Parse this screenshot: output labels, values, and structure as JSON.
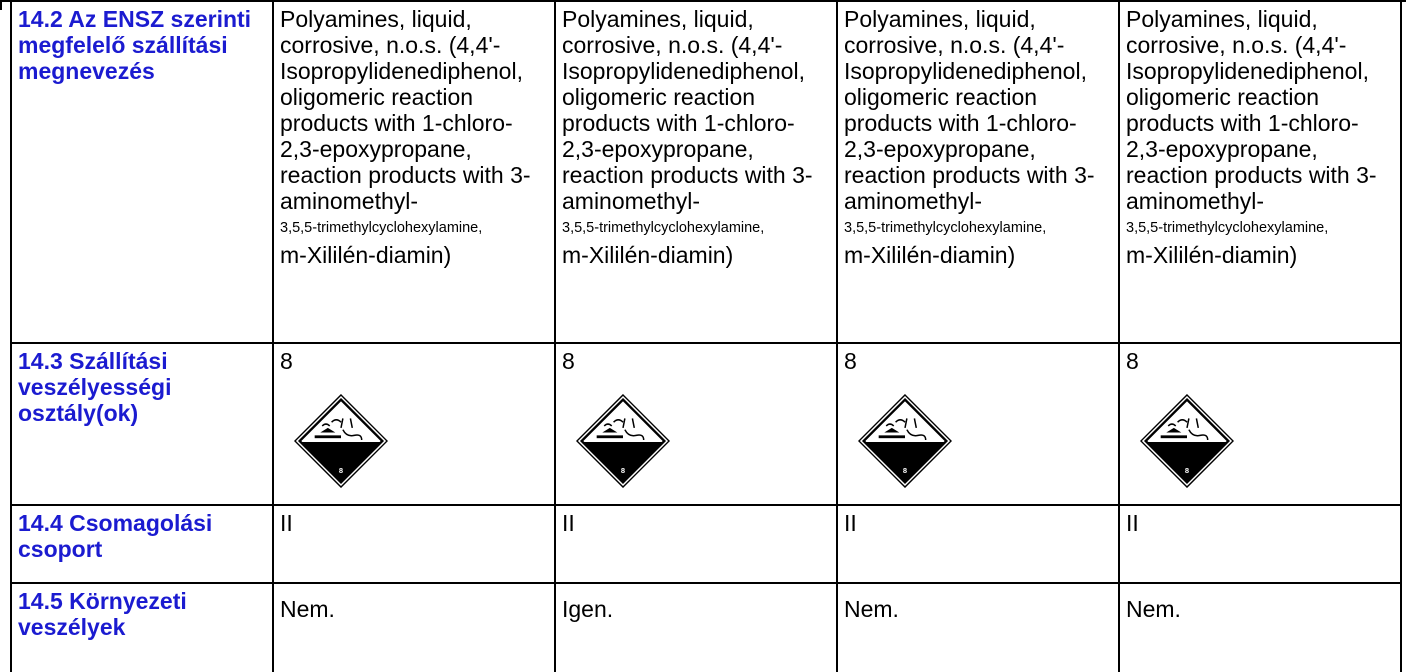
{
  "rows": [
    {
      "label": "14.2 Az ENSZ szerinti megfelelő szállítási megnevezés",
      "cells": [
        {
          "main": "Polyamines, liquid, corrosive, n.o.s. (4,4'-Isopropylidenediphenol, oligomeric reaction products with 1-chloro-2,3-epoxypropane, reaction products with 3-aminomethyl-",
          "small": "3,5,5-trimethylcyclohexylamine,",
          "tail": "m-Xililén-diamin)"
        },
        {
          "main": "Polyamines, liquid, corrosive, n.o.s. (4,4'-Isopropylidenediphenol, oligomeric reaction products with 1-chloro-2,3-epoxypropane, reaction products with 3-aminomethyl-",
          "small": "3,5,5-trimethylcyclohexylamine,",
          "tail": "m-Xililén-diamin)"
        },
        {
          "main": "Polyamines, liquid, corrosive, n.o.s. (4,4'-Isopropylidenediphenol, oligomeric reaction products with 1-chloro-2,3-epoxypropane, reaction products with 3-aminomethyl-",
          "small": "3,5,5-trimethylcyclohexylamine,",
          "tail": "m-Xililén-diamin)"
        },
        {
          "main": "Polyamines, liquid, corrosive, n.o.s. (4,4'-Isopropylidenediphenol, oligomeric reaction products with 1-chloro-2,3-epoxypropane, reaction products with 3-aminomethyl-",
          "small": "3,5,5-trimethylcyclohexylamine,",
          "tail": "m-Xililén-diamin)"
        }
      ]
    },
    {
      "label": "14.3 Szállítási veszélyességi osztály(ok)",
      "cells": [
        {
          "class": "8",
          "pictogram": "corrosive-class-8-icon",
          "pictogram_number": "8"
        },
        {
          "class": "8",
          "pictogram": "corrosive-class-8-icon",
          "pictogram_number": "8"
        },
        {
          "class": "8",
          "pictogram": "corrosive-class-8-icon",
          "pictogram_number": "8"
        },
        {
          "class": "8",
          "pictogram": "corrosive-class-8-icon",
          "pictogram_number": "8"
        }
      ]
    },
    {
      "label": "14.4 Csomagolási csoport",
      "cells": [
        {
          "value": "II"
        },
        {
          "value": "II"
        },
        {
          "value": "II"
        },
        {
          "value": "II"
        }
      ]
    },
    {
      "label": "14.5 Környezeti veszélyek",
      "cells": [
        {
          "value": "Nem."
        },
        {
          "value": "Igen."
        },
        {
          "value": "Nem."
        },
        {
          "value": "Nem."
        }
      ]
    }
  ]
}
